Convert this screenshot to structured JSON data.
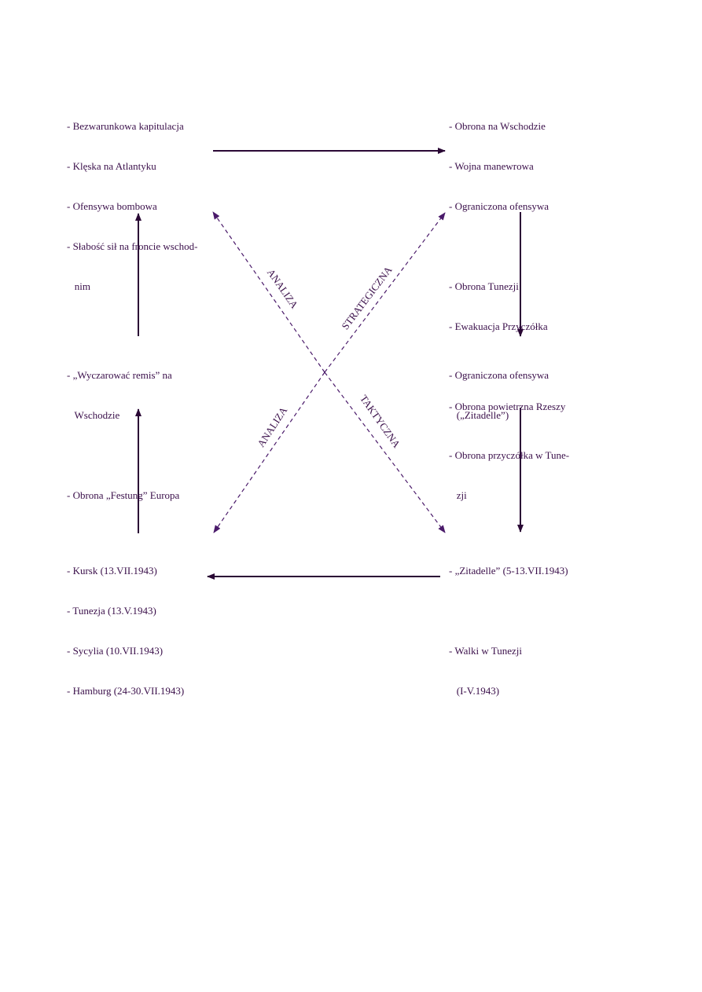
{
  "colors": {
    "ink": "#3a0f4a",
    "arrow": "#2a0835",
    "dashed": "#4a1a6a"
  },
  "blocks": {
    "top_left": {
      "lines": [
        "- Bezwarunkowa kapitulacja",
        "- Klęska na Atlantyku",
        "- Ofensywa bombowa",
        "- Słabość sił na froncie wschod-",
        "   nim"
      ]
    },
    "top_right": {
      "lines": [
        "- Obrona na Wschodzie",
        "- Wojna manewrowa",
        "- Ograniczona ofensywa",
        "",
        "- Obrona Tunezji",
        "- Ewakuacja Przyczółka",
        "",
        "- Obrona powietrzna Rzeszy"
      ]
    },
    "mid_left": {
      "lines": [
        "- „Wyczarować remis” na",
        "   Wschodzie",
        "",
        "- Obrona „Festung” Europa"
      ]
    },
    "mid_right": {
      "lines": [
        "- Ograniczona ofensywa",
        "   („Zitadelle”)",
        "- Obrona przyczółka w Tune-",
        "   zji"
      ]
    },
    "bottom_left": {
      "lines": [
        "- Kursk (13.VII.1943)",
        "- Tunezja (13.V.1943)",
        "- Sycylia (10.VII.1943)",
        "- Hamburg (24-30.VII.1943)"
      ]
    },
    "bottom_right": {
      "lines": [
        "- „Zitadelle” (5-13.VII.1943)",
        "",
        "- Walki w Tunezji",
        "   (I-V.1943)"
      ]
    }
  },
  "diagonal_labels": {
    "analiza_top": "ANALIZA",
    "strategiczna": "STRATEGICZNA",
    "analiza_bottom": "ANALIZA",
    "taktyczna": "TAKTYCZNA"
  }
}
